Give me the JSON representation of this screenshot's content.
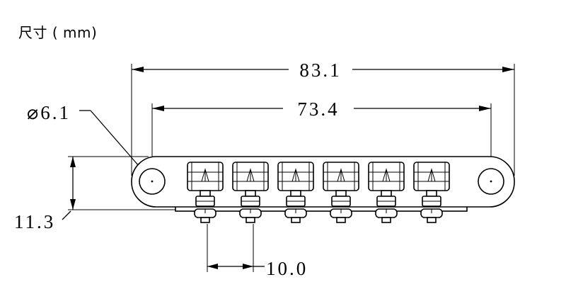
{
  "title": "尺寸 ( mm)",
  "dimensions": {
    "overall_length": "83.1",
    "hole_spacing": "73.4",
    "hole_diameter": "⌀6.1",
    "height": "11.3",
    "saddle_spacing": "10.0"
  },
  "saddle_count": 6
}
